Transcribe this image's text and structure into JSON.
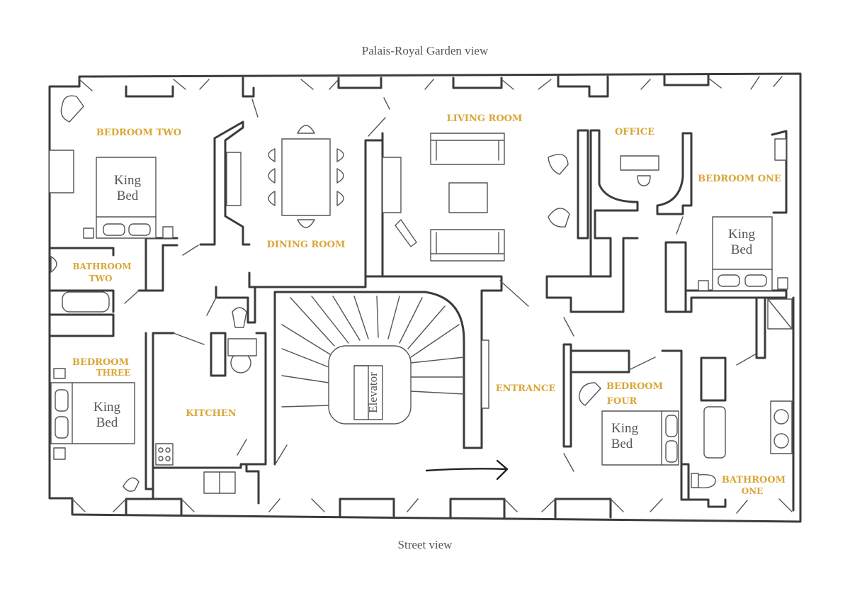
{
  "captions": {
    "top": "Palais-Royal Garden view",
    "bottom": "Street view"
  },
  "rooms": {
    "bedroom_two": "BEDROOM  TWO",
    "dining_room": "DINING ROOM",
    "living_room": "LIVING ROOM",
    "office": "OFFICE",
    "bedroom_one": "BEDROOM ONE",
    "bathroom_two_line1": "BATHROOM",
    "bathroom_two_line2": "TWO",
    "bedroom_three_line1": "BEDROOM",
    "bedroom_three_line2": "THREE",
    "kitchen": "KITCHEN",
    "entrance": "ENTRANCE",
    "bedroom_four_line1": "BEDROOM",
    "bedroom_four_line2": "FOUR",
    "bathroom_one_line1": "BATHROOM",
    "bathroom_one_line2": "ONE"
  },
  "beds": {
    "line1": "King",
    "line2": "Bed"
  },
  "elevator": "Elevator",
  "colors": {
    "room_label": "#d9a637",
    "wall": "#3b3b3b",
    "fixture": "#555555"
  }
}
